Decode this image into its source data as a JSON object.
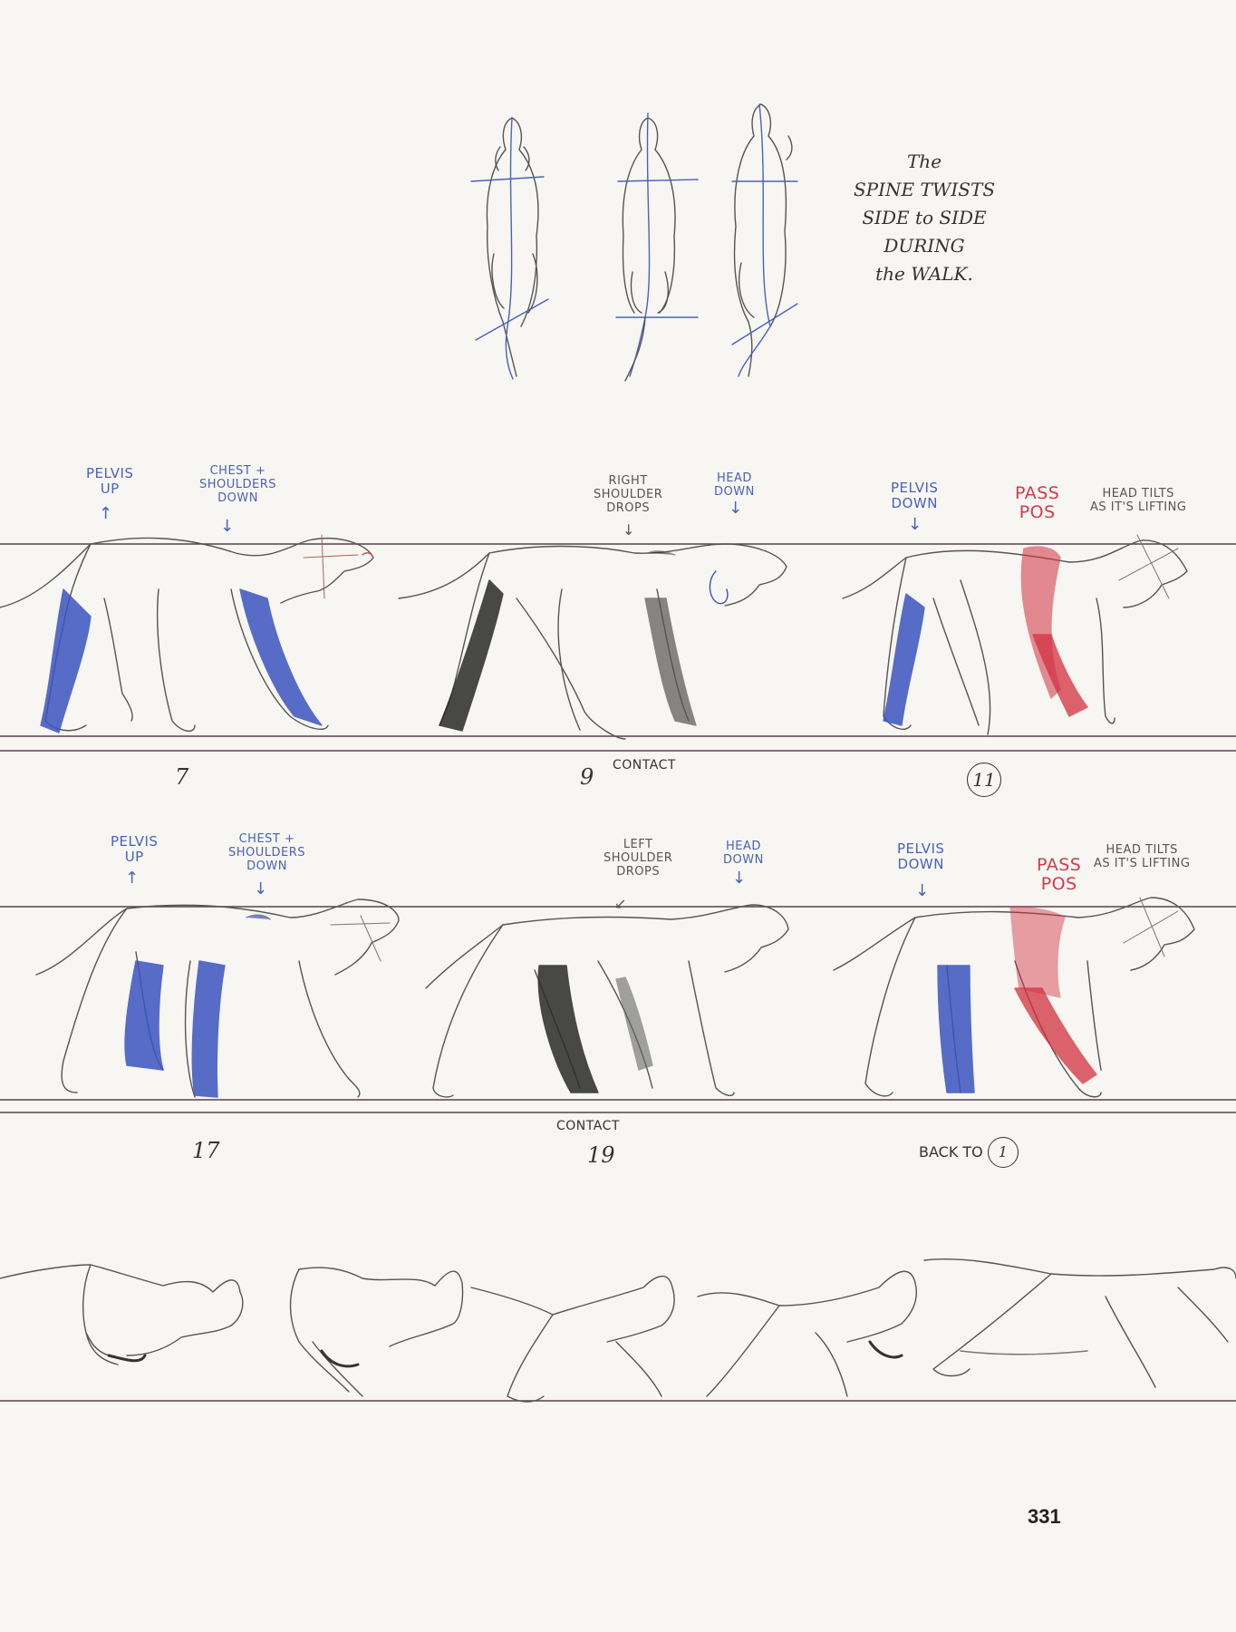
{
  "side_note": {
    "line1": "The",
    "line2": "SPINE TWISTS",
    "line3": "SIDE to SIDE",
    "line4": "DURING",
    "line5": "the WALK."
  },
  "row1": {
    "pelvis_up": "PELVIS\nUP",
    "chest_down": "CHEST +\nSHOULDERS\nDOWN",
    "shoulder_drops": "RIGHT\nSHOULDER\nDROPS",
    "head_down": "HEAD\nDOWN",
    "pelvis_down": "PELVIS\nDOWN",
    "pass_pos": "PASS\nPOS",
    "head_tilts": "HEAD TILTS\nAS IT'S LIFTING",
    "frame_a": "7",
    "frame_b": "9",
    "contact": "CONTACT",
    "frame_c": "11"
  },
  "row2": {
    "pelvis_up": "PELVIS\nUP",
    "chest_down": "CHEST +\nSHOULDERS\nDOWN",
    "shoulder_drops": "LEFT\nSHOULDER\nDROPS",
    "head_down": "HEAD\nDOWN",
    "pelvis_down": "PELVIS\nDOWN",
    "pass_pos": "PASS\nPOS",
    "head_tilts": "HEAD TILTS\nAS IT'S LIFTING",
    "frame_a": "17",
    "contact": "CONTACT",
    "frame_b": "19",
    "back_to": "BACK TO",
    "back_to_frame": "1"
  },
  "page_number": "331",
  "colors": {
    "pencil": "#444444",
    "blue_pencil": "#3a55c0",
    "red_pencil": "#d2313f",
    "black_pencil": "#2a2a2a",
    "guide_line": "#5a3f52"
  }
}
